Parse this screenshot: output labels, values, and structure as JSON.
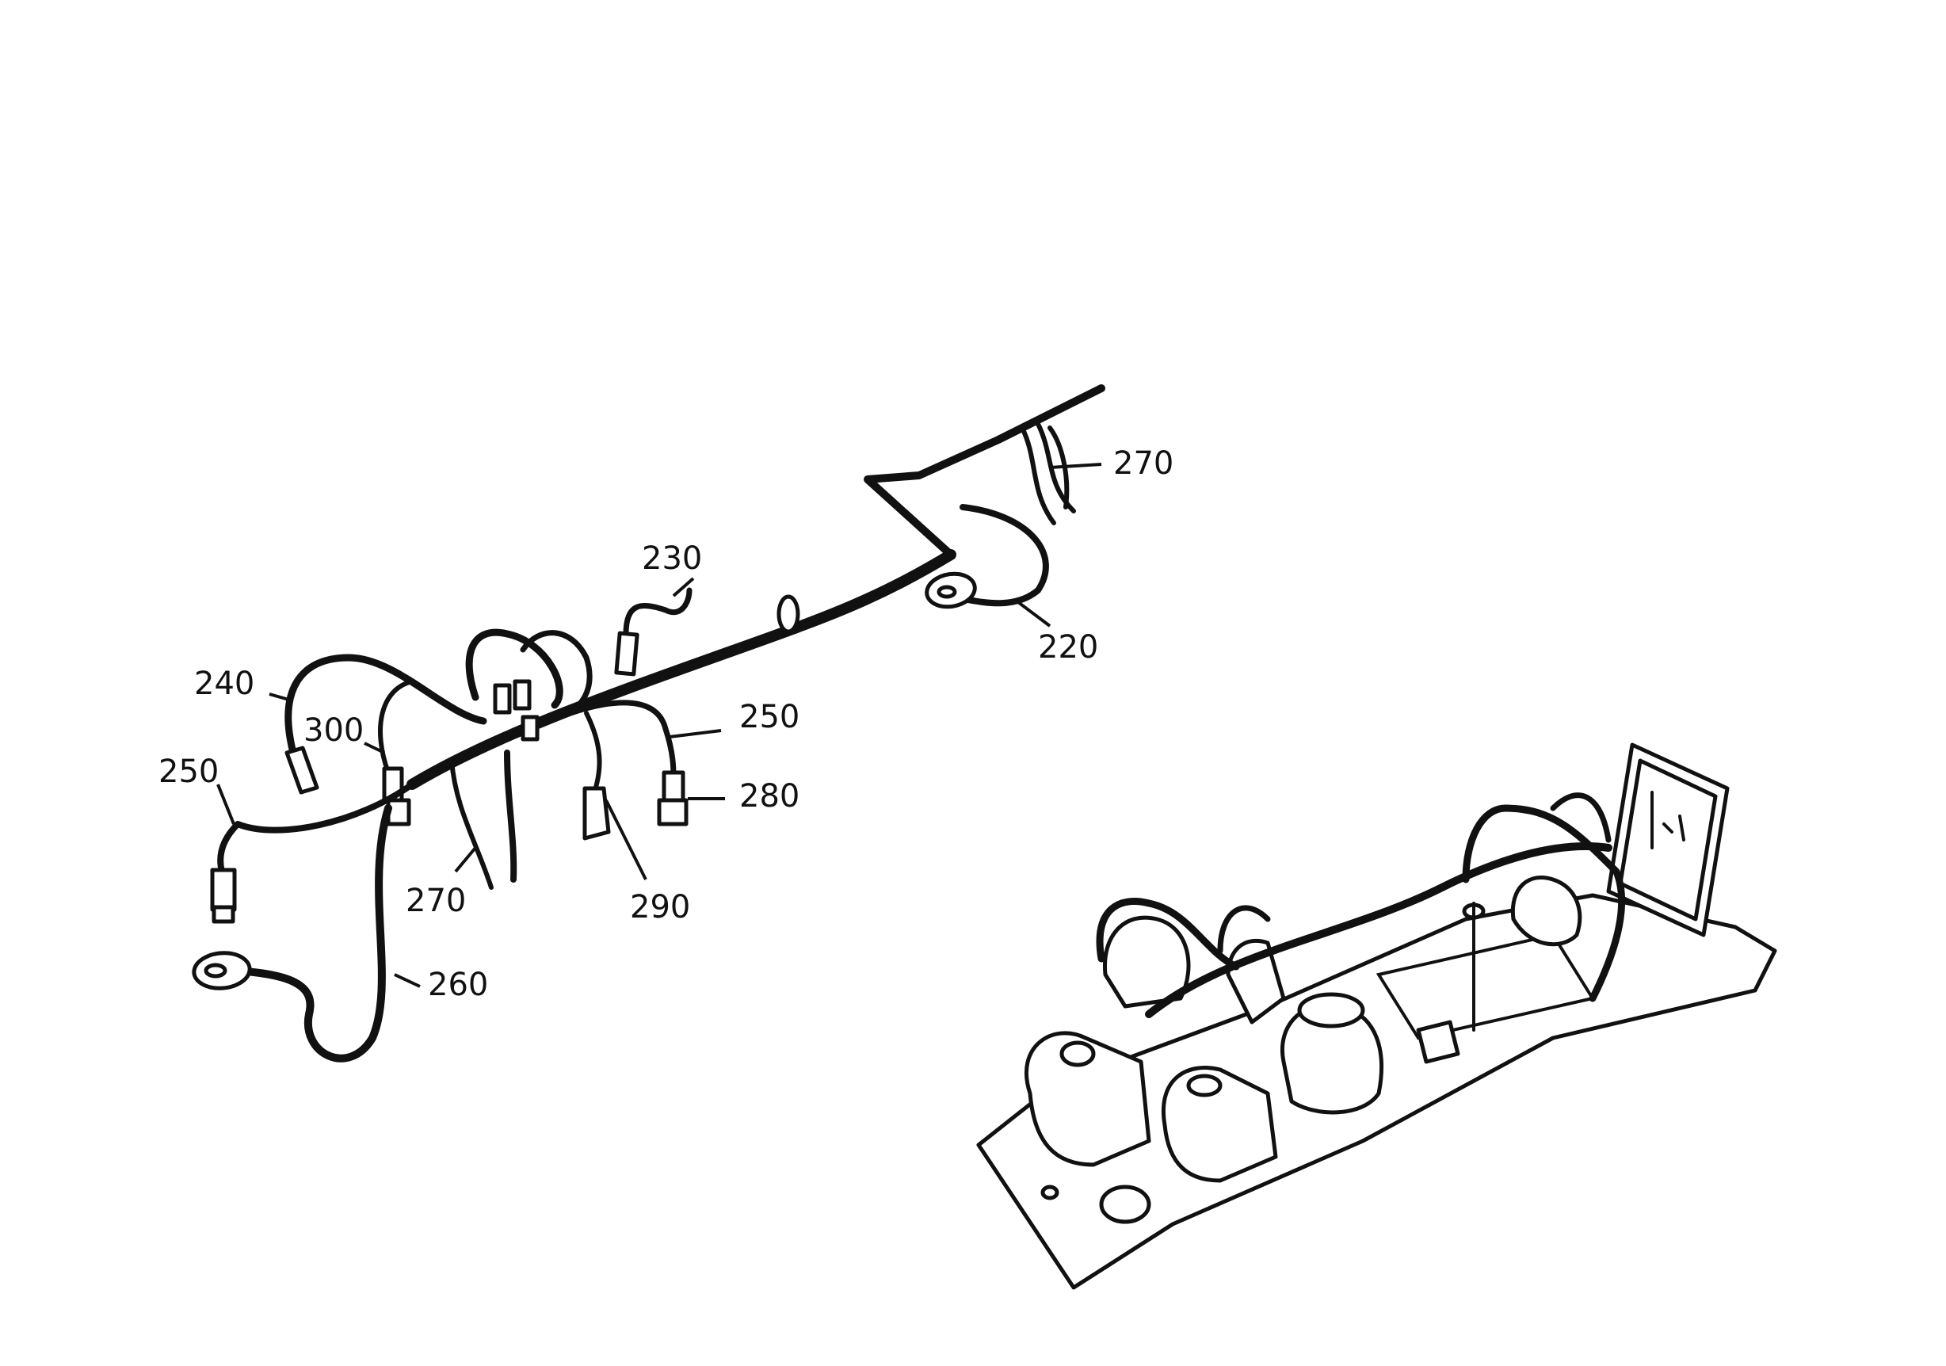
{
  "callouts": [
    {
      "id": "c270a",
      "label": "270"
    },
    {
      "id": "c230",
      "label": "230"
    },
    {
      "id": "c220",
      "label": "220"
    },
    {
      "id": "c240",
      "label": "240"
    },
    {
      "id": "c300",
      "label": "300"
    },
    {
      "id": "c250a",
      "label": "250"
    },
    {
      "id": "c250b",
      "label": "250"
    },
    {
      "id": "c280",
      "label": "280"
    },
    {
      "id": "c270b",
      "label": "270"
    },
    {
      "id": "c290",
      "label": "290"
    },
    {
      "id": "c260",
      "label": "260"
    }
  ]
}
